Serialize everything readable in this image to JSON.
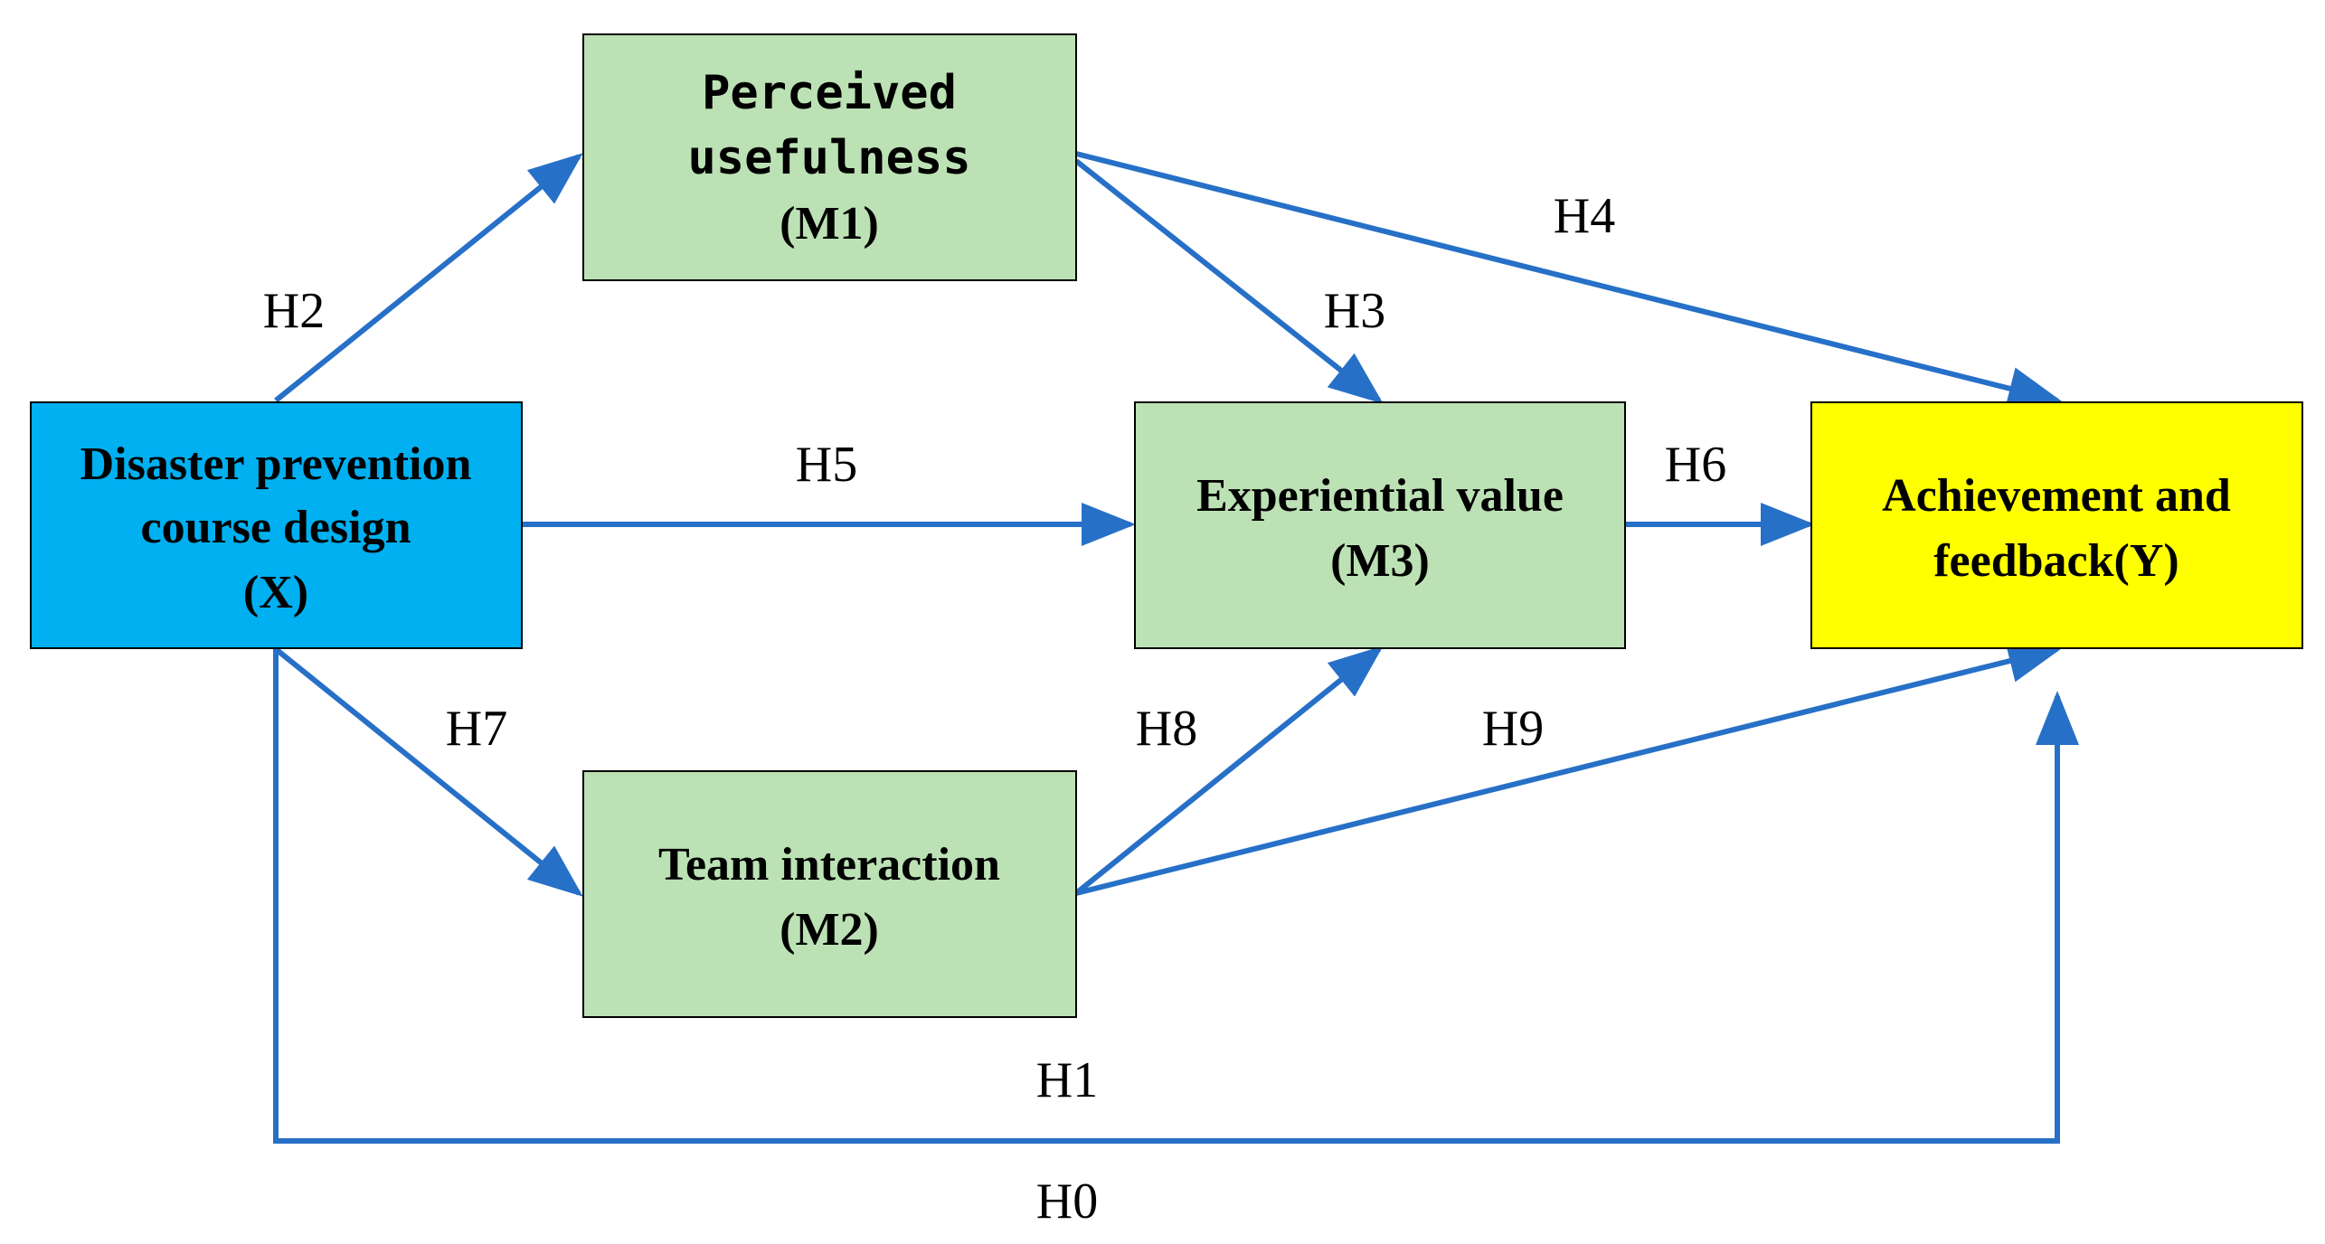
{
  "colors": {
    "arrow": "#2770C7",
    "mediator_fill": "#BCE1B5",
    "x_fill": "#00B0F0",
    "y_fill": "#FFFF00",
    "border": "#000000"
  },
  "nodes": {
    "m1": {
      "line1": "Perceived",
      "line2": "usefulness",
      "line3": "(M1)"
    },
    "x": {
      "line1": "Disaster prevention",
      "line2": "course design",
      "line3": "(X)"
    },
    "m3": {
      "line1": "Experiential value",
      "line2": "(M3)"
    },
    "y": {
      "line1": "Achievement and",
      "line2": "feedback(Y)"
    },
    "m2": {
      "line1": "Team interaction",
      "line2": "(M2)"
    }
  },
  "hypotheses": {
    "h0": "H0",
    "h1": "H1",
    "h2": "H2",
    "h3": "H3",
    "h4": "H4",
    "h5": "H5",
    "h6": "H6",
    "h7": "H7",
    "h8": "H8",
    "h9": "H9"
  }
}
